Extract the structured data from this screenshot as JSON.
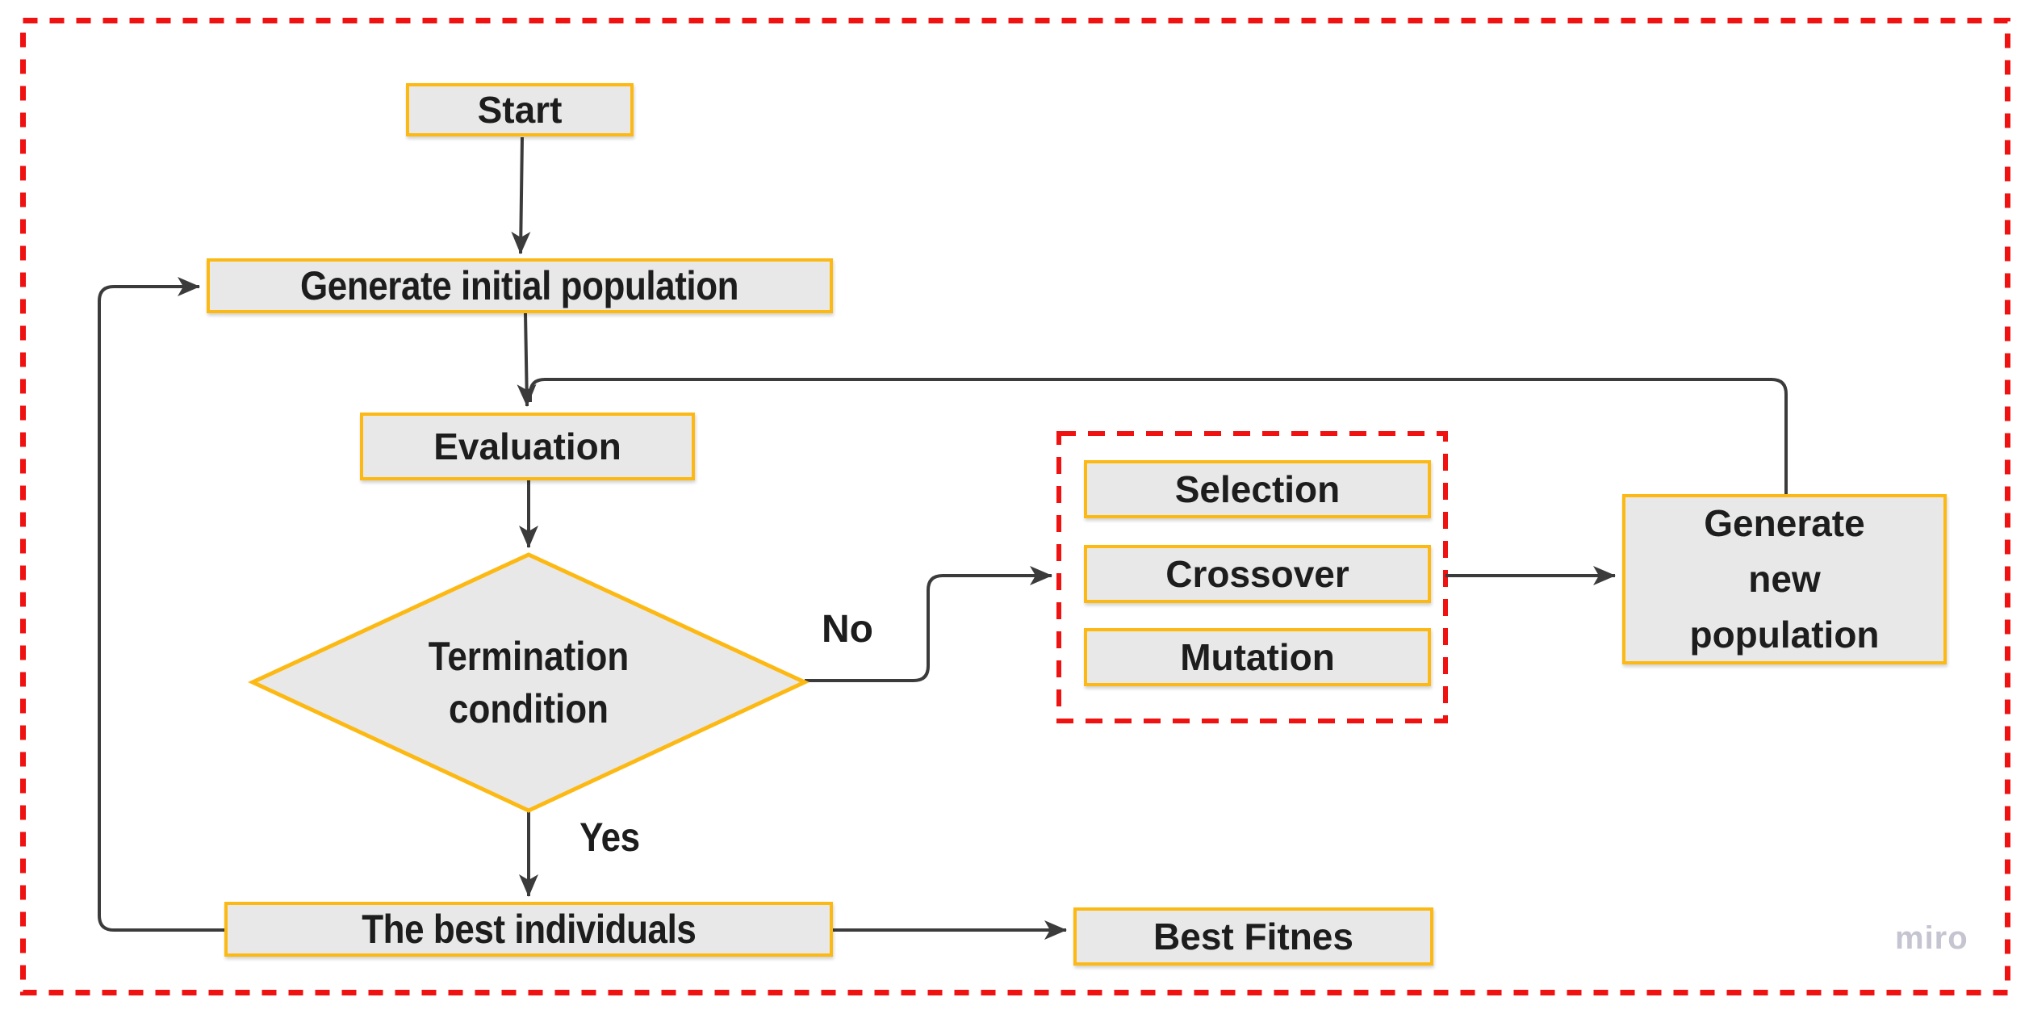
{
  "flowchart": {
    "nodes": {
      "start": {
        "label": "Start"
      },
      "generate_initial_population": {
        "label": "Generate initial population"
      },
      "evaluation": {
        "label": "Evaluation"
      },
      "termination_condition": {
        "label": "Termination condition"
      },
      "selection": {
        "label": "Selection"
      },
      "crossover": {
        "label": "Crossover"
      },
      "mutation": {
        "label": "Mutation"
      },
      "generate_new_population": {
        "label": "Generate new population"
      },
      "best_individuals": {
        "label": "The best individuals"
      },
      "best_fitness": {
        "label": "Best Fitnes"
      }
    },
    "edge_labels": {
      "no": "No",
      "yes": "Yes"
    },
    "edges": [
      {
        "from": "start",
        "to": "generate_initial_population",
        "label": ""
      },
      {
        "from": "generate_initial_population",
        "to": "evaluation",
        "label": ""
      },
      {
        "from": "evaluation",
        "to": "termination_condition",
        "label": ""
      },
      {
        "from": "termination_condition",
        "to": "operators_group",
        "label": "No"
      },
      {
        "from": "operators_group",
        "to": "generate_new_population",
        "label": ""
      },
      {
        "from": "generate_new_population",
        "to": "evaluation",
        "label": ""
      },
      {
        "from": "termination_condition",
        "to": "best_individuals",
        "label": "Yes"
      },
      {
        "from": "best_individuals",
        "to": "best_fitness",
        "label": ""
      },
      {
        "from": "best_individuals",
        "to": "generate_initial_population",
        "label": ""
      }
    ],
    "groups": {
      "operators_group": {
        "members": [
          "selection",
          "crossover",
          "mutation"
        ]
      }
    },
    "watermark": "miro",
    "colors": {
      "node_fill": "#E8E8E8",
      "node_border": "#FDB913",
      "connector": "#3B3B3B",
      "dashed_border_red": "#F01111",
      "text": "#1D1D1D",
      "watermark": "#C5C4D1",
      "background": "#FFFFFF"
    }
  }
}
